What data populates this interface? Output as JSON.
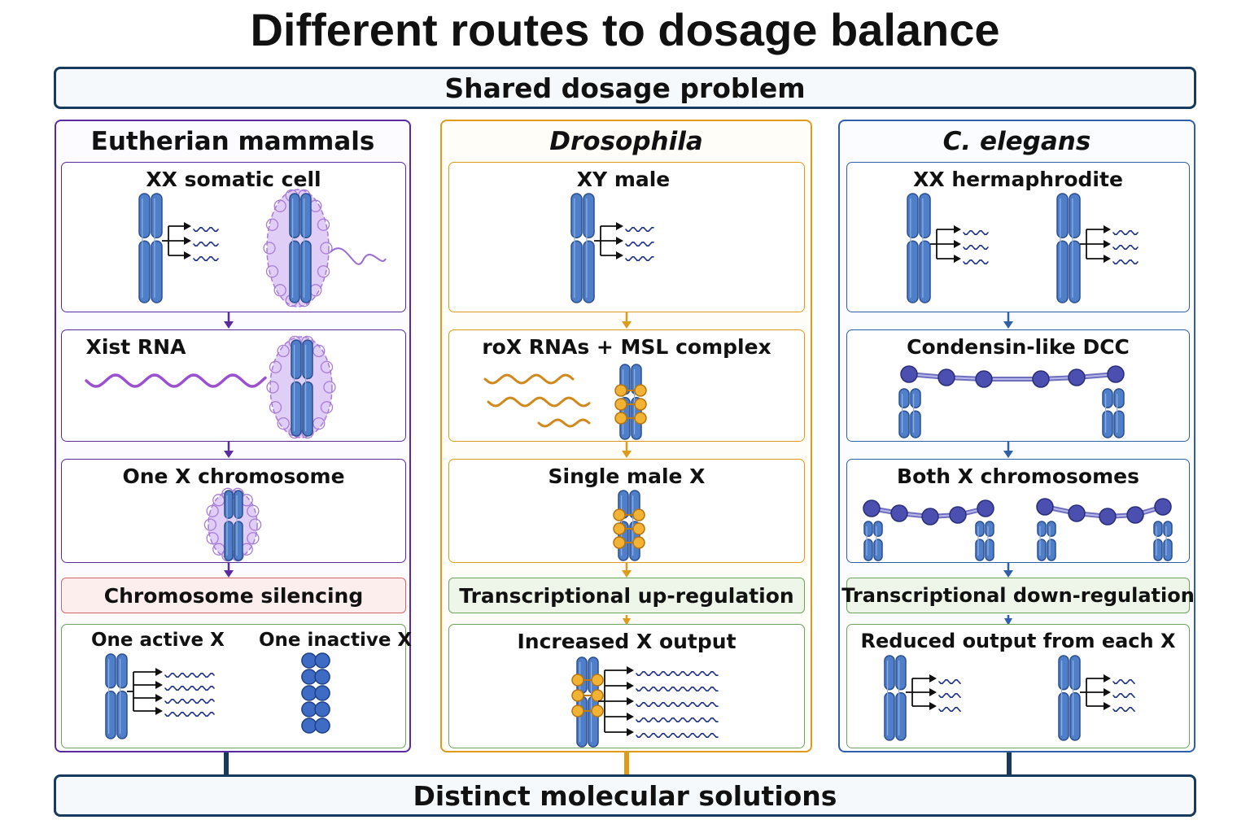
{
  "title": "Different routes to dosage balance",
  "top_band": "Shared dosage problem",
  "bottom_band": "Distinct molecular solutions",
  "colors": {
    "mammal": "#5b2a9e",
    "drosophila": "#e09a1a",
    "elegans": "#2f5fa7",
    "chromosome": "#4f7fc8",
    "chromatin_cloud": "#c9a6ee",
    "silencing_banner": "#fdeeee",
    "green_banner": "#eef6e9"
  },
  "columns": {
    "mammal": {
      "title": "Eutherian mammals",
      "p1_title": "XX somatic cell",
      "p2_title": "Xist RNA",
      "p3_title": "One X chromosome",
      "banner": "Chromosome silencing",
      "p5_left": "One active X",
      "p5_right": "One inactive X"
    },
    "drosophila": {
      "title": "Drosophila",
      "p1_title": "XY male",
      "p2_title": "roX RNAs + MSL complex",
      "p3_title": "Single male X",
      "banner": "Transcriptional up-regulation",
      "p5_title": "Increased X output"
    },
    "elegans": {
      "title": "C. elegans",
      "p1_title": "XX hermaphrodite",
      "p2_title": "Condensin-like DCC",
      "p3_title": "Both X chromosomes",
      "banner": "Transcriptional down-regulation",
      "p5_title": "Reduced output from each X"
    }
  }
}
